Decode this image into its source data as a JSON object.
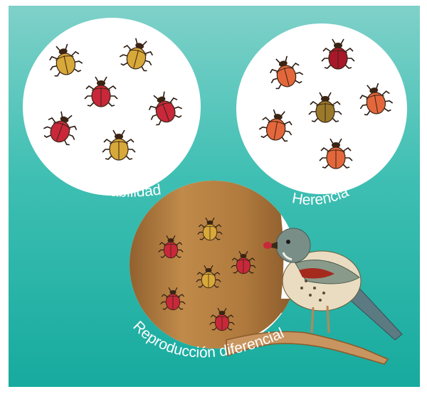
{
  "labels": {
    "variability": "Variabilidad",
    "heredity": "Herencia",
    "differential_reproduction": "Reproducción diferencial"
  },
  "colors": {
    "background_top": "#7fd1c9",
    "background_bottom": "#17aa9e",
    "beetle_red": "#c8283a",
    "beetle_yellow": "#d7a83a",
    "beetle_orange": "#e4673c",
    "tree_bark": "#b07a3e"
  }
}
